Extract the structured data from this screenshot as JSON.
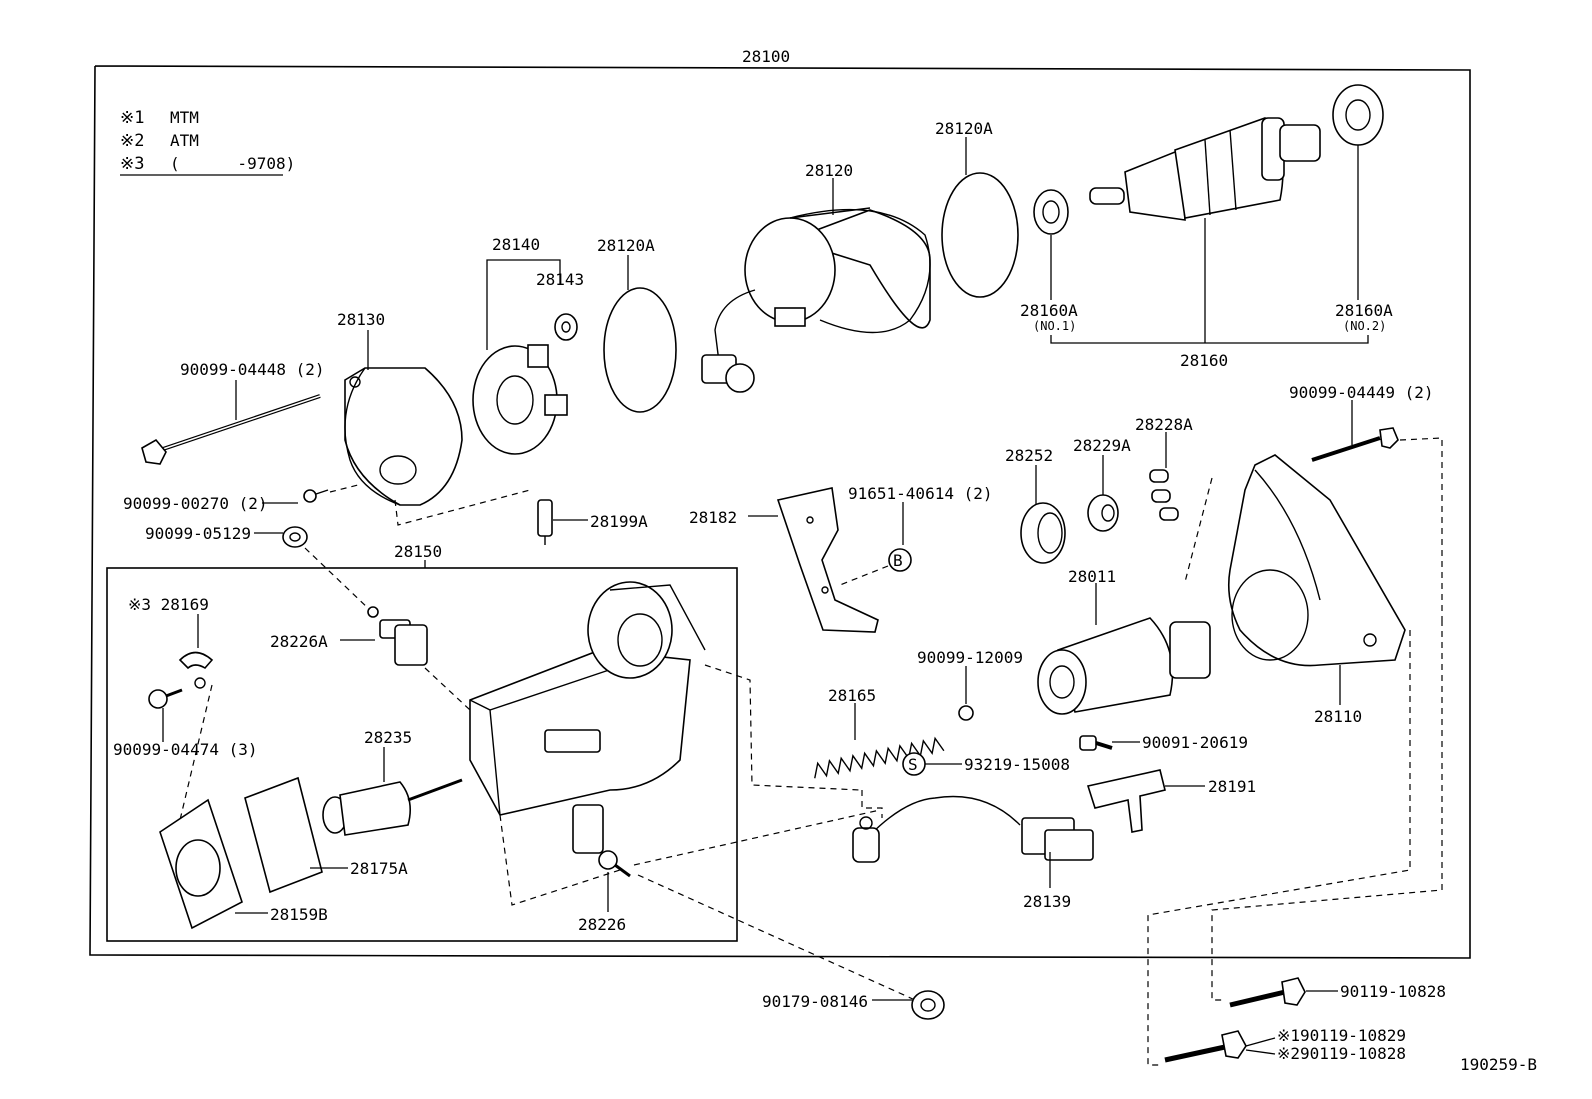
{
  "diagram": {
    "assembly_number": "28100",
    "footer_code": "190259-B",
    "notes": [
      {
        "mark": "※1",
        "text": "MTM"
      },
      {
        "mark": "※2",
        "text": "ATM"
      },
      {
        "mark": "※3",
        "text": "(      -9708)"
      }
    ],
    "labels": {
      "p28130": "28130",
      "p28140": "28140",
      "p28143": "28143",
      "p28120A_a": "28120A",
      "p28120": "28120",
      "p28120A_b": "28120A",
      "p28160A_1": "28160A",
      "p28160A_1_sub": "(NO.1)",
      "p28160A_2": "28160A",
      "p28160A_2_sub": "(NO.2)",
      "p28160": "28160",
      "b90099_04448": "90099-04448 (2)",
      "b90099_00270": "90099-00270 (2)",
      "b90099_05129": "90099-05129",
      "p28199A": "28199A",
      "p28150": "28150",
      "p28182": "28182",
      "b91651_40614": "91651-40614 (2)",
      "mark_b": "B",
      "p28252": "28252",
      "p28229A": "28229A",
      "p28228A": "28228A",
      "b90099_04449": "90099-04449 (2)",
      "n3_28169": "※3 28169",
      "p28226A": "28226A",
      "b90099_04474": "90099-04474 (3)",
      "p28235": "28235",
      "p28175A": "28175A",
      "p28159B": "28159B",
      "p28226": "28226",
      "p28011": "28011",
      "b90099_12009": "90099-12009",
      "p28165": "28165",
      "mark_s": "S",
      "b93219_15008": "93219-15008",
      "p28110": "28110",
      "b90091_20619": "90091-20619",
      "p28191": "28191",
      "p28139": "28139",
      "b90179_08146": "90179-08146",
      "b90119_10828": "90119-10828",
      "b90119_10829": "※190119-10829",
      "b90119_10828b": "※290119-10828"
    }
  }
}
